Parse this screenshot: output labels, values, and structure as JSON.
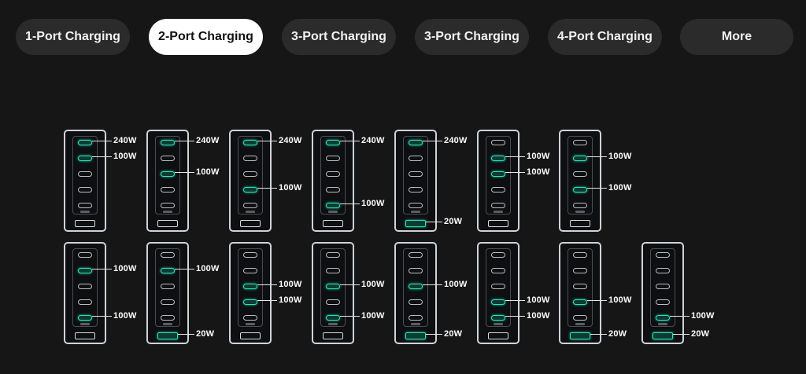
{
  "tabs": [
    {
      "label": "1-Port Charging",
      "active": false
    },
    {
      "label": "2-Port Charging",
      "active": true
    },
    {
      "label": "3-Port Charging",
      "active": false
    },
    {
      "label": "3-Port Charging",
      "active": false
    },
    {
      "label": "4-Port Charging",
      "active": false
    },
    {
      "label": "More",
      "active": false
    }
  ],
  "colors": {
    "background": "#161616",
    "tab_bg": "#2b2b2b",
    "tab_active_bg": "#ffffff",
    "port_active": "#2de0b8",
    "charger_outline": "#cfd3d8"
  },
  "configs": [
    [
      {
        "port": 1,
        "label": "240W"
      },
      {
        "port": 2,
        "label": "100W"
      }
    ],
    [
      {
        "port": 1,
        "label": "240W"
      },
      {
        "port": 3,
        "label": "100W"
      }
    ],
    [
      {
        "port": 1,
        "label": "240W"
      },
      {
        "port": 4,
        "label": "100W"
      }
    ],
    [
      {
        "port": 1,
        "label": "240W"
      },
      {
        "port": 5,
        "label": "100W"
      }
    ],
    [
      {
        "port": 1,
        "label": "240W"
      },
      {
        "port": "A",
        "label": "20W"
      }
    ],
    [
      {
        "port": 2,
        "label": "100W"
      },
      {
        "port": 3,
        "label": "100W"
      }
    ],
    [
      {
        "port": 2,
        "label": "100W"
      },
      {
        "port": 4,
        "label": "100W"
      }
    ],
    [
      {
        "port": 2,
        "label": "100W"
      },
      {
        "port": 5,
        "label": "100W"
      }
    ],
    [
      {
        "port": 2,
        "label": "100W"
      },
      {
        "port": "A",
        "label": "20W"
      }
    ],
    [
      {
        "port": 3,
        "label": "100W"
      },
      {
        "port": 4,
        "label": "100W"
      }
    ],
    [
      {
        "port": 3,
        "label": "100W"
      },
      {
        "port": 5,
        "label": "100W"
      }
    ],
    [
      {
        "port": 3,
        "label": "100W"
      },
      {
        "port": "A",
        "label": "20W"
      }
    ],
    [
      {
        "port": 4,
        "label": "100W"
      },
      {
        "port": 5,
        "label": "100W"
      }
    ],
    [
      {
        "port": 4,
        "label": "100W"
      },
      {
        "port": "A",
        "label": "20W"
      }
    ],
    [
      {
        "port": 5,
        "label": "100W"
      },
      {
        "port": "A",
        "label": "20W"
      }
    ]
  ]
}
